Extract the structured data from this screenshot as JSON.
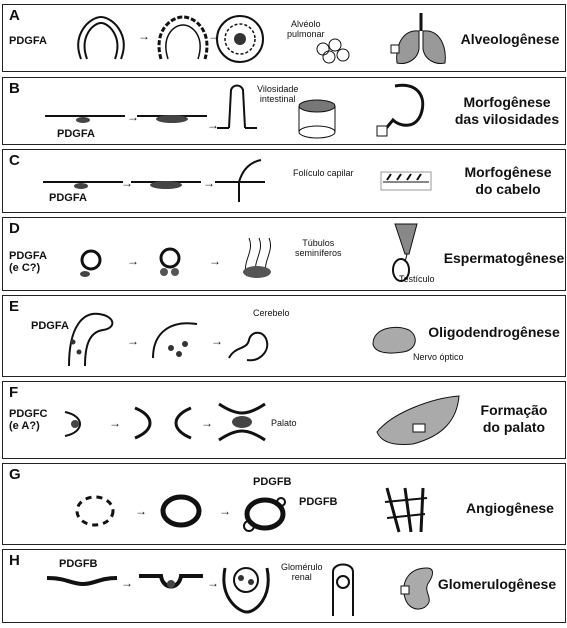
{
  "panels": [
    {
      "letter": "A",
      "title": "Alveologênese",
      "gene": "PDGFA",
      "labels": [
        "Alvéolo\npulmonar"
      ]
    },
    {
      "letter": "B",
      "title": "Morfogênese\ndas vilosidades",
      "gene": "PDGFA",
      "labels": [
        "Vilosidade\nintestinal"
      ]
    },
    {
      "letter": "C",
      "title": "Morfogênese\ndo cabelo",
      "gene": "PDGFA",
      "labels": [
        "Folículo capilar"
      ]
    },
    {
      "letter": "D",
      "title": "Espermatogênese",
      "gene": "PDGFA\n(e C?)",
      "labels": [
        "Túbulos\nseminíferos",
        "Testículo"
      ]
    },
    {
      "letter": "E",
      "title": "Oligodendrogênese",
      "gene": "PDGFA",
      "labels": [
        "Cerebelo",
        "Nervo óptico"
      ]
    },
    {
      "letter": "F",
      "title": "Formação\ndo palato",
      "gene": "PDGFC\n(e A?)",
      "labels": [
        "Palato"
      ]
    },
    {
      "letter": "G",
      "title": "Angiogênese",
      "gene": "",
      "labels": [
        "PDGFB",
        "PDGFB"
      ]
    },
    {
      "letter": "H",
      "title": "Glomerulogênese",
      "gene": "PDGFB",
      "labels": [
        "Glomérulo\nrenal"
      ]
    }
  ],
  "arrow_glyph": "→"
}
